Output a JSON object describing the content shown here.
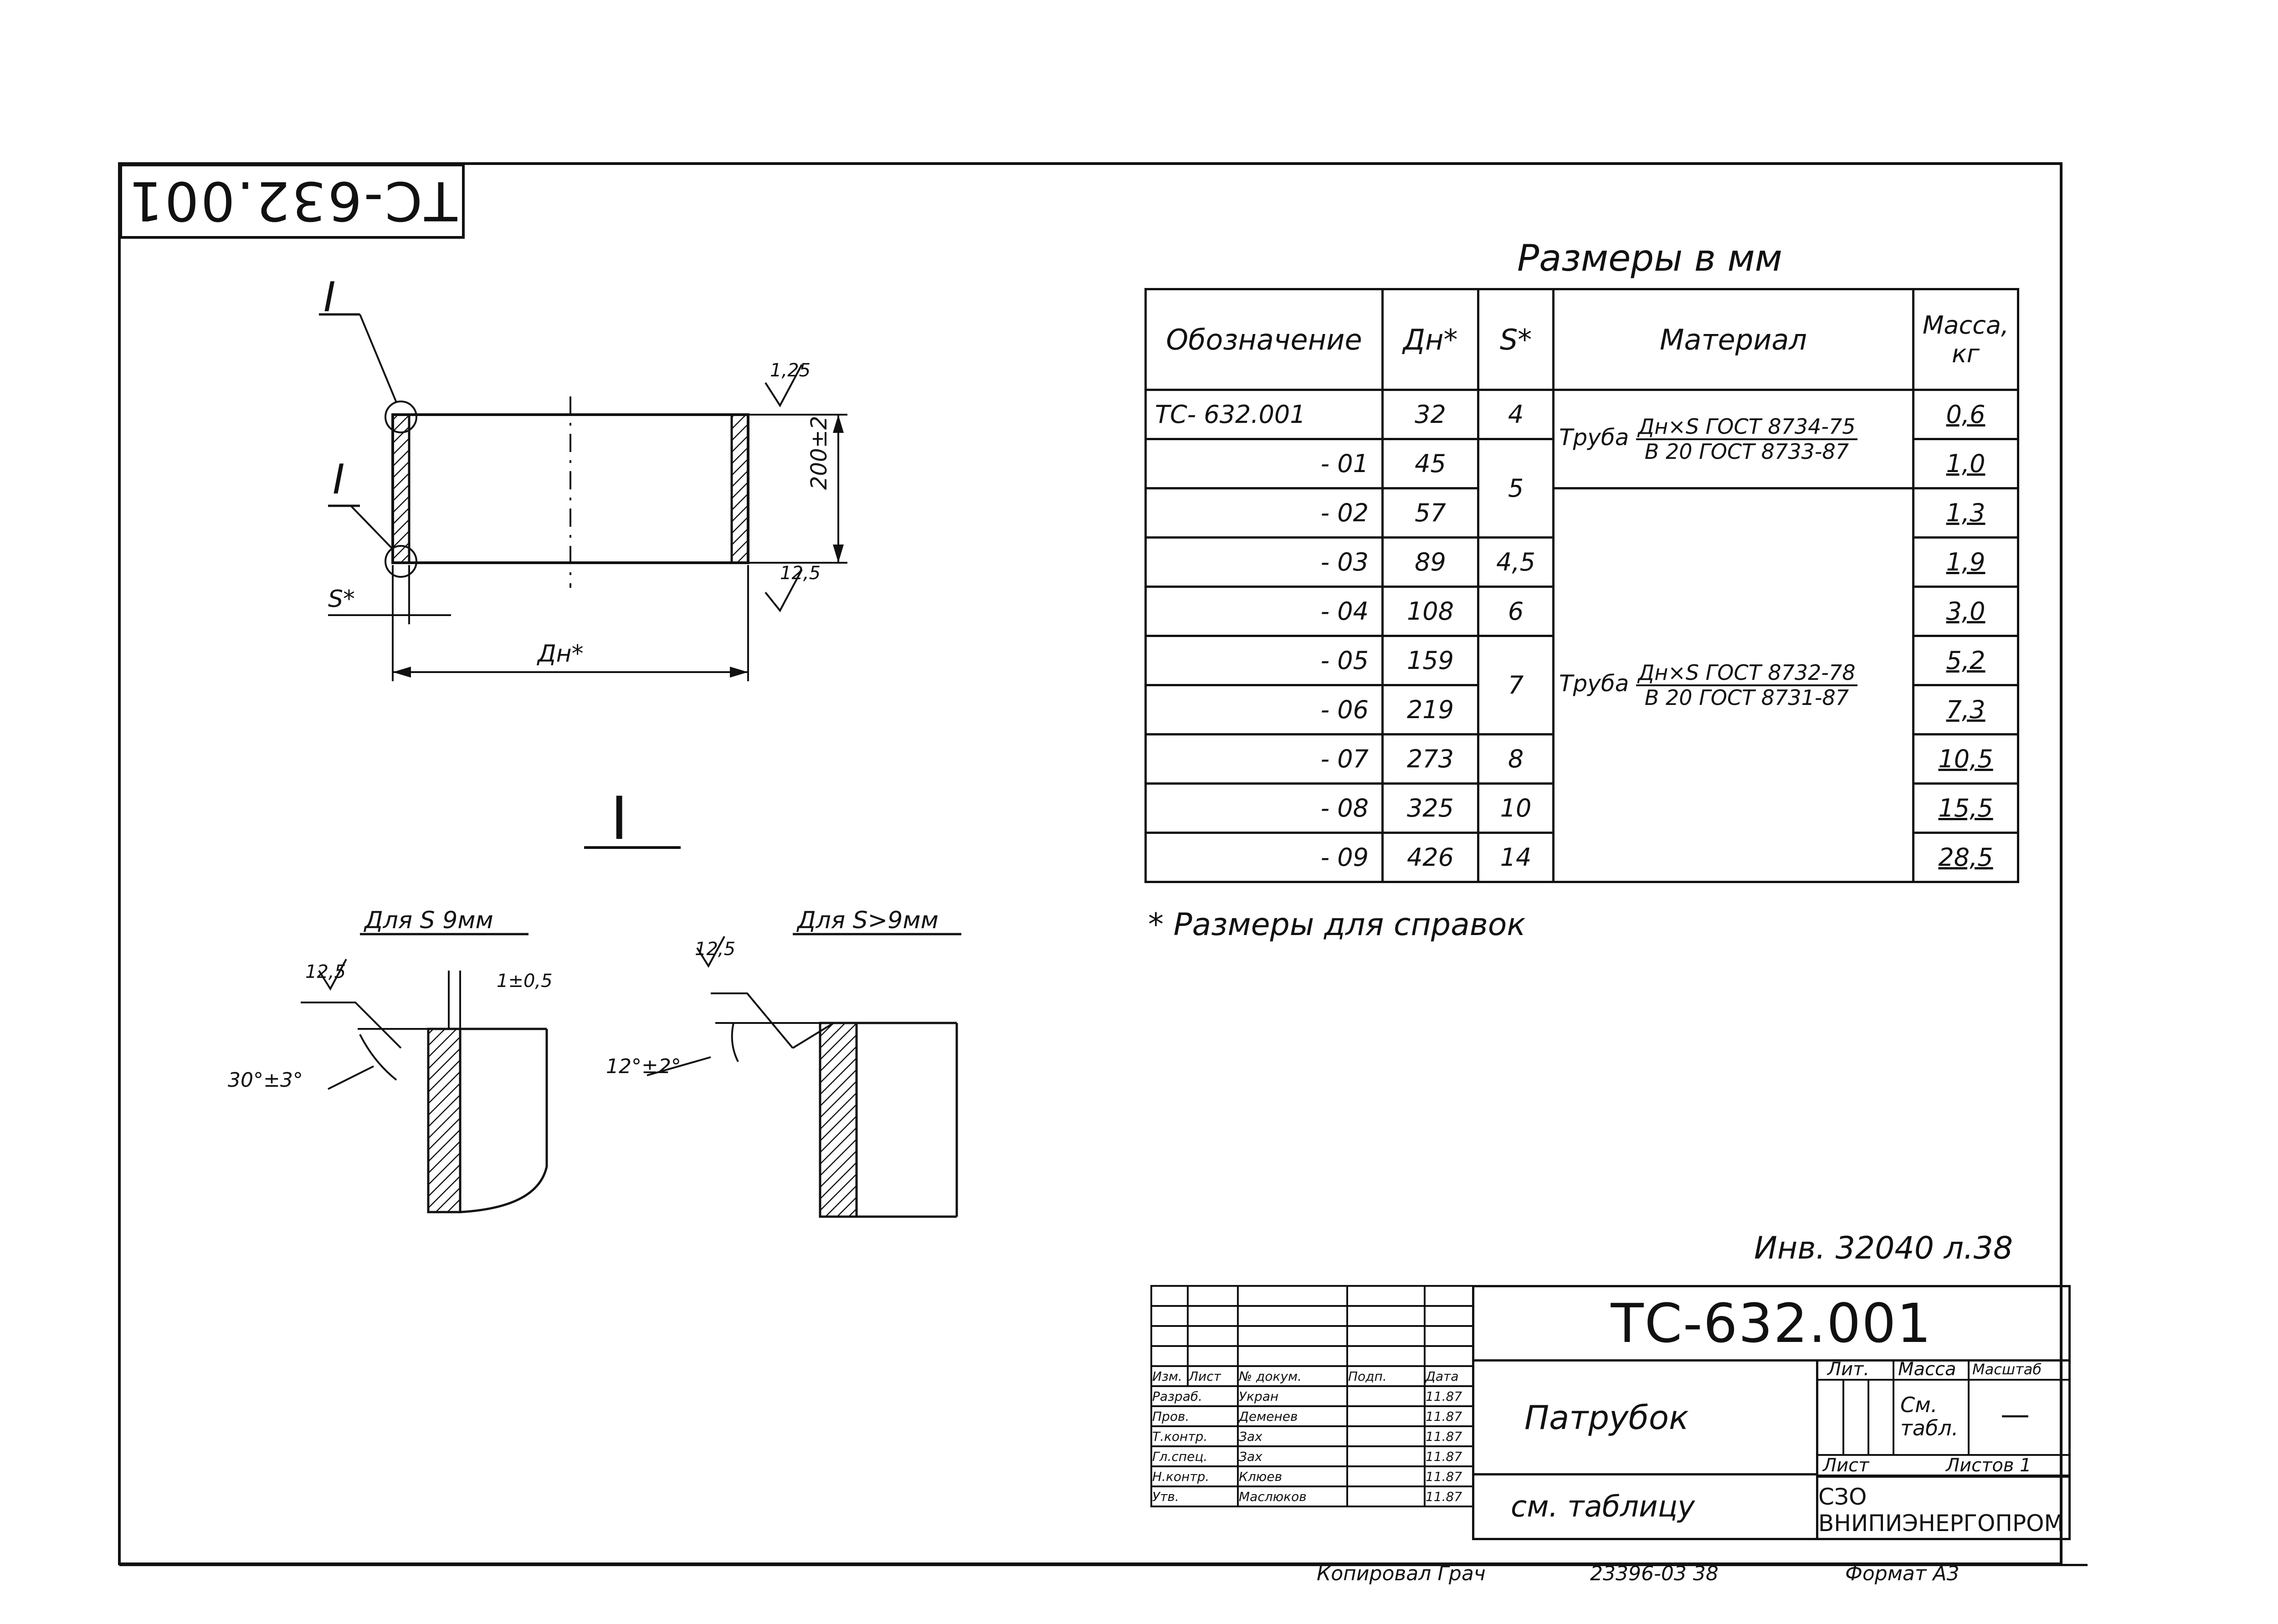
{
  "stamp": "ТС-632.001",
  "drawing": {
    "section_mark": "I",
    "detail_title": "I",
    "dim_length": "200±2",
    "dim_diameter": "Дн*",
    "dim_wall": "S*",
    "roughness_top": "1,25",
    "roughness_bottom": "12,5",
    "detail_left_title": "Для S 9мм",
    "detail_left_roughness": "12,5",
    "detail_left_angle": "30°±3°",
    "detail_left_gap": "1±0,5",
    "detail_right_title": "Для S>9мм",
    "detail_right_roughness": "12,5",
    "detail_right_angle": "12°±2°"
  },
  "sizes_caption": "Размеры в мм",
  "table": {
    "headers": [
      "Обозначение",
      "Дн*",
      "S*",
      "Материал",
      "Масса, кг"
    ],
    "rows": [
      {
        "designation": "ТС- 632.001",
        "dn": "32",
        "s": "4",
        "mass": "0,6"
      },
      {
        "designation": "- 01",
        "dn": "45",
        "s": "5",
        "mass": "1,0"
      },
      {
        "designation": "- 02",
        "dn": "57",
        "s": "",
        "mass": "1,3"
      },
      {
        "designation": "- 03",
        "dn": "89",
        "s": "4,5",
        "mass": "1,9"
      },
      {
        "designation": "- 04",
        "dn": "108",
        "s": "6",
        "mass": "3,0"
      },
      {
        "designation": "- 05",
        "dn": "159",
        "s": "7",
        "mass": "5,2"
      },
      {
        "designation": "- 06",
        "dn": "219",
        "s": "",
        "mass": "7,3"
      },
      {
        "designation": "- 07",
        "dn": "273",
        "s": "8",
        "mass": "10,5"
      },
      {
        "designation": "- 08",
        "dn": "325",
        "s": "10",
        "mass": "15,5"
      },
      {
        "designation": "- 09",
        "dn": "426",
        "s": "14",
        "mass": "28,5"
      }
    ],
    "material1": {
      "prefix": "Труба",
      "num": "Дн×S ГОСТ 8734-75",
      "den": "В 20 ГОСТ 8733-87"
    },
    "material2": {
      "prefix": "Труба",
      "num": "Дн×S ГОСТ 8732-78",
      "den": "В 20 ГОСТ 8731-87"
    }
  },
  "footnote": "* Размеры для справок",
  "archive_ref": "Инв. 32040 л.38",
  "title_block": {
    "code": "ТС-632.001",
    "name": "Патрубок",
    "material": "см. таблицу",
    "lit_label": "Лит.",
    "mass_label": "Масса",
    "scale_label": "Масштаб",
    "mass_value": "См. табл.",
    "scale_value": "—",
    "sheet_label": "Лист",
    "sheets_label": "Листов 1",
    "org": "СЗО ВНИПИЭНЕРГОПРОМ",
    "sig_header": [
      "Изм.",
      "Лист",
      "№ докум.",
      "Подп.",
      "Дата"
    ],
    "signatures": [
      {
        "role": "Разраб.",
        "name": "Укран",
        "date": "11.87"
      },
      {
        "role": "Пров.",
        "name": "Деменев",
        "date": "11.87"
      },
      {
        "role": "Т.контр.",
        "name": "Зах",
        "date": "11.87"
      },
      {
        "role": "Гл.спец.",
        "name": "Зах",
        "date": "11.87"
      },
      {
        "role": "Н.контр.",
        "name": "Клюев",
        "date": "11.87"
      },
      {
        "role": "Утв.",
        "name": "Маслюков",
        "date": "11.87"
      }
    ]
  },
  "bottom": {
    "copied": "Копировал Грач",
    "number": "23396-03 38",
    "format": "Формат А3"
  }
}
